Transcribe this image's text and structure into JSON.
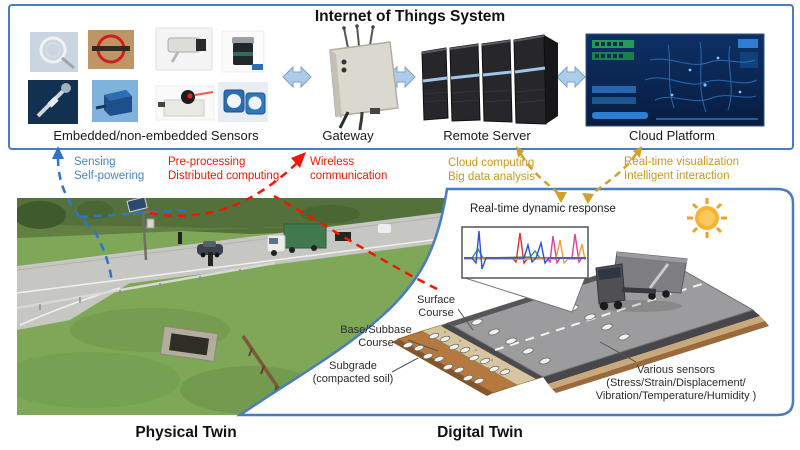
{
  "title": "Internet of Things System",
  "iot": {
    "components": [
      {
        "label": "Embedded/non-embedded Sensors"
      },
      {
        "label": "Gateway"
      },
      {
        "label": "Remote Server"
      },
      {
        "label": "Cloud Platform"
      }
    ]
  },
  "annotations": {
    "sensing": {
      "line1": "Sensing",
      "line2": "Self-powering"
    },
    "preprocessing": {
      "line1": "Pre-processing",
      "line2": "Distributed computing"
    },
    "wireless": {
      "line1": "Wireless",
      "line2": "communication"
    },
    "cloud_computing": {
      "line1": "Cloud computing",
      "line2": "Big data analysis"
    },
    "visualization": {
      "line1": "Real-time visualization",
      "line2": "Intelligent interaction"
    }
  },
  "physical_twin": {
    "title": "Physical Twin"
  },
  "digital_twin": {
    "title": "Digital Twin",
    "inset_title": "Real-time dynamic response",
    "layers": {
      "surface": {
        "line1": "Surface",
        "line2": "Course"
      },
      "base": {
        "line1": "Base/Subbase",
        "line2": "Course"
      },
      "subgrade": {
        "line1": "Subgrade",
        "line2": "(compacted soil)"
      }
    },
    "sensors_note": {
      "line1": "Various sensors",
      "line2": "(Stress/Strain/Displacement/",
      "line3": "Vibration/Temperature/Humidity )"
    }
  },
  "colors": {
    "box_border": "#4a7cc0",
    "arrow_fill": "#aecbea",
    "sensing_text": "#4a86c8",
    "processing_text": "#f01800",
    "cloud_text": "#c9981f",
    "road_gray": "#9c9c9e",
    "base_tan": "#d8c49e",
    "subgrade_brown": "#b5793f",
    "sun": "#f9b233"
  }
}
